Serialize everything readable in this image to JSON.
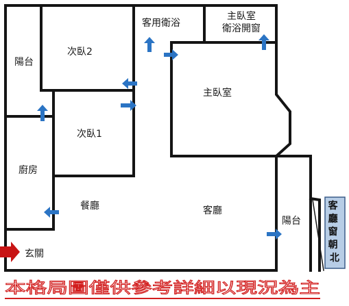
{
  "rooms": {
    "balcony_left": "陽台",
    "bedroom2": "次臥2",
    "guest_bath": "客用衛浴",
    "master_bath": "主臥室\n衛浴開窗",
    "master_bedroom": "主臥室",
    "bedroom1": "次臥1",
    "kitchen": "廚房",
    "dining": "餐廳",
    "living": "客廳",
    "balcony_right": "陽台",
    "entrance": "玄關"
  },
  "north_label": "客廳窗朝北",
  "disclaimer": "本格局圖僅供參考詳細以現況為主",
  "colors": {
    "wall": "#141414",
    "window_arrow": "#2b74c4",
    "entry_arrow": "#c81414",
    "north_box": "#b7cde6",
    "disclaimer": "#d21e1e"
  }
}
